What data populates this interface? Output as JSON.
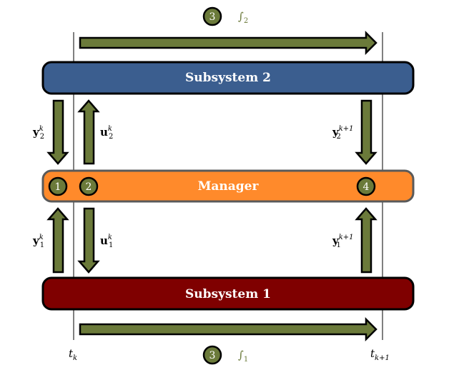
{
  "colors": {
    "arrow_fill": "#6b7a3a",
    "subsystem2_fill": "#3b5e8f",
    "manager_fill": "#ff8a2b",
    "subsystem1_fill": "#7f0000"
  },
  "boxes": {
    "subsystem2": "Subsystem 2",
    "manager": "Manager",
    "subsystem1": "Subsystem 1"
  },
  "steps": {
    "top": {
      "num": "3",
      "integral": "∫",
      "integral_sub": "2"
    },
    "bottom": {
      "num": "3",
      "integral": "∫",
      "integral_sub": "1"
    },
    "m1": "1",
    "m2": "2",
    "m4": "4"
  },
  "signals": {
    "y2k": {
      "base": "y",
      "sub": "2",
      "sup": "k"
    },
    "u2k": {
      "base": "u",
      "sub": "2",
      "sup": "k"
    },
    "y2k1": {
      "base": "y",
      "sub": "2",
      "sup": "k+1"
    },
    "y1k": {
      "base": "y",
      "sub": "1",
      "sup": "k"
    },
    "u1k": {
      "base": "u",
      "sub": "1",
      "sup": "k"
    },
    "y1k1": {
      "base": "y",
      "sub": "1",
      "sup": "k+1"
    }
  },
  "times": {
    "tk": {
      "base": "t",
      "sub": "k"
    },
    "tk1": {
      "base": "t",
      "sub": "k+1"
    }
  }
}
